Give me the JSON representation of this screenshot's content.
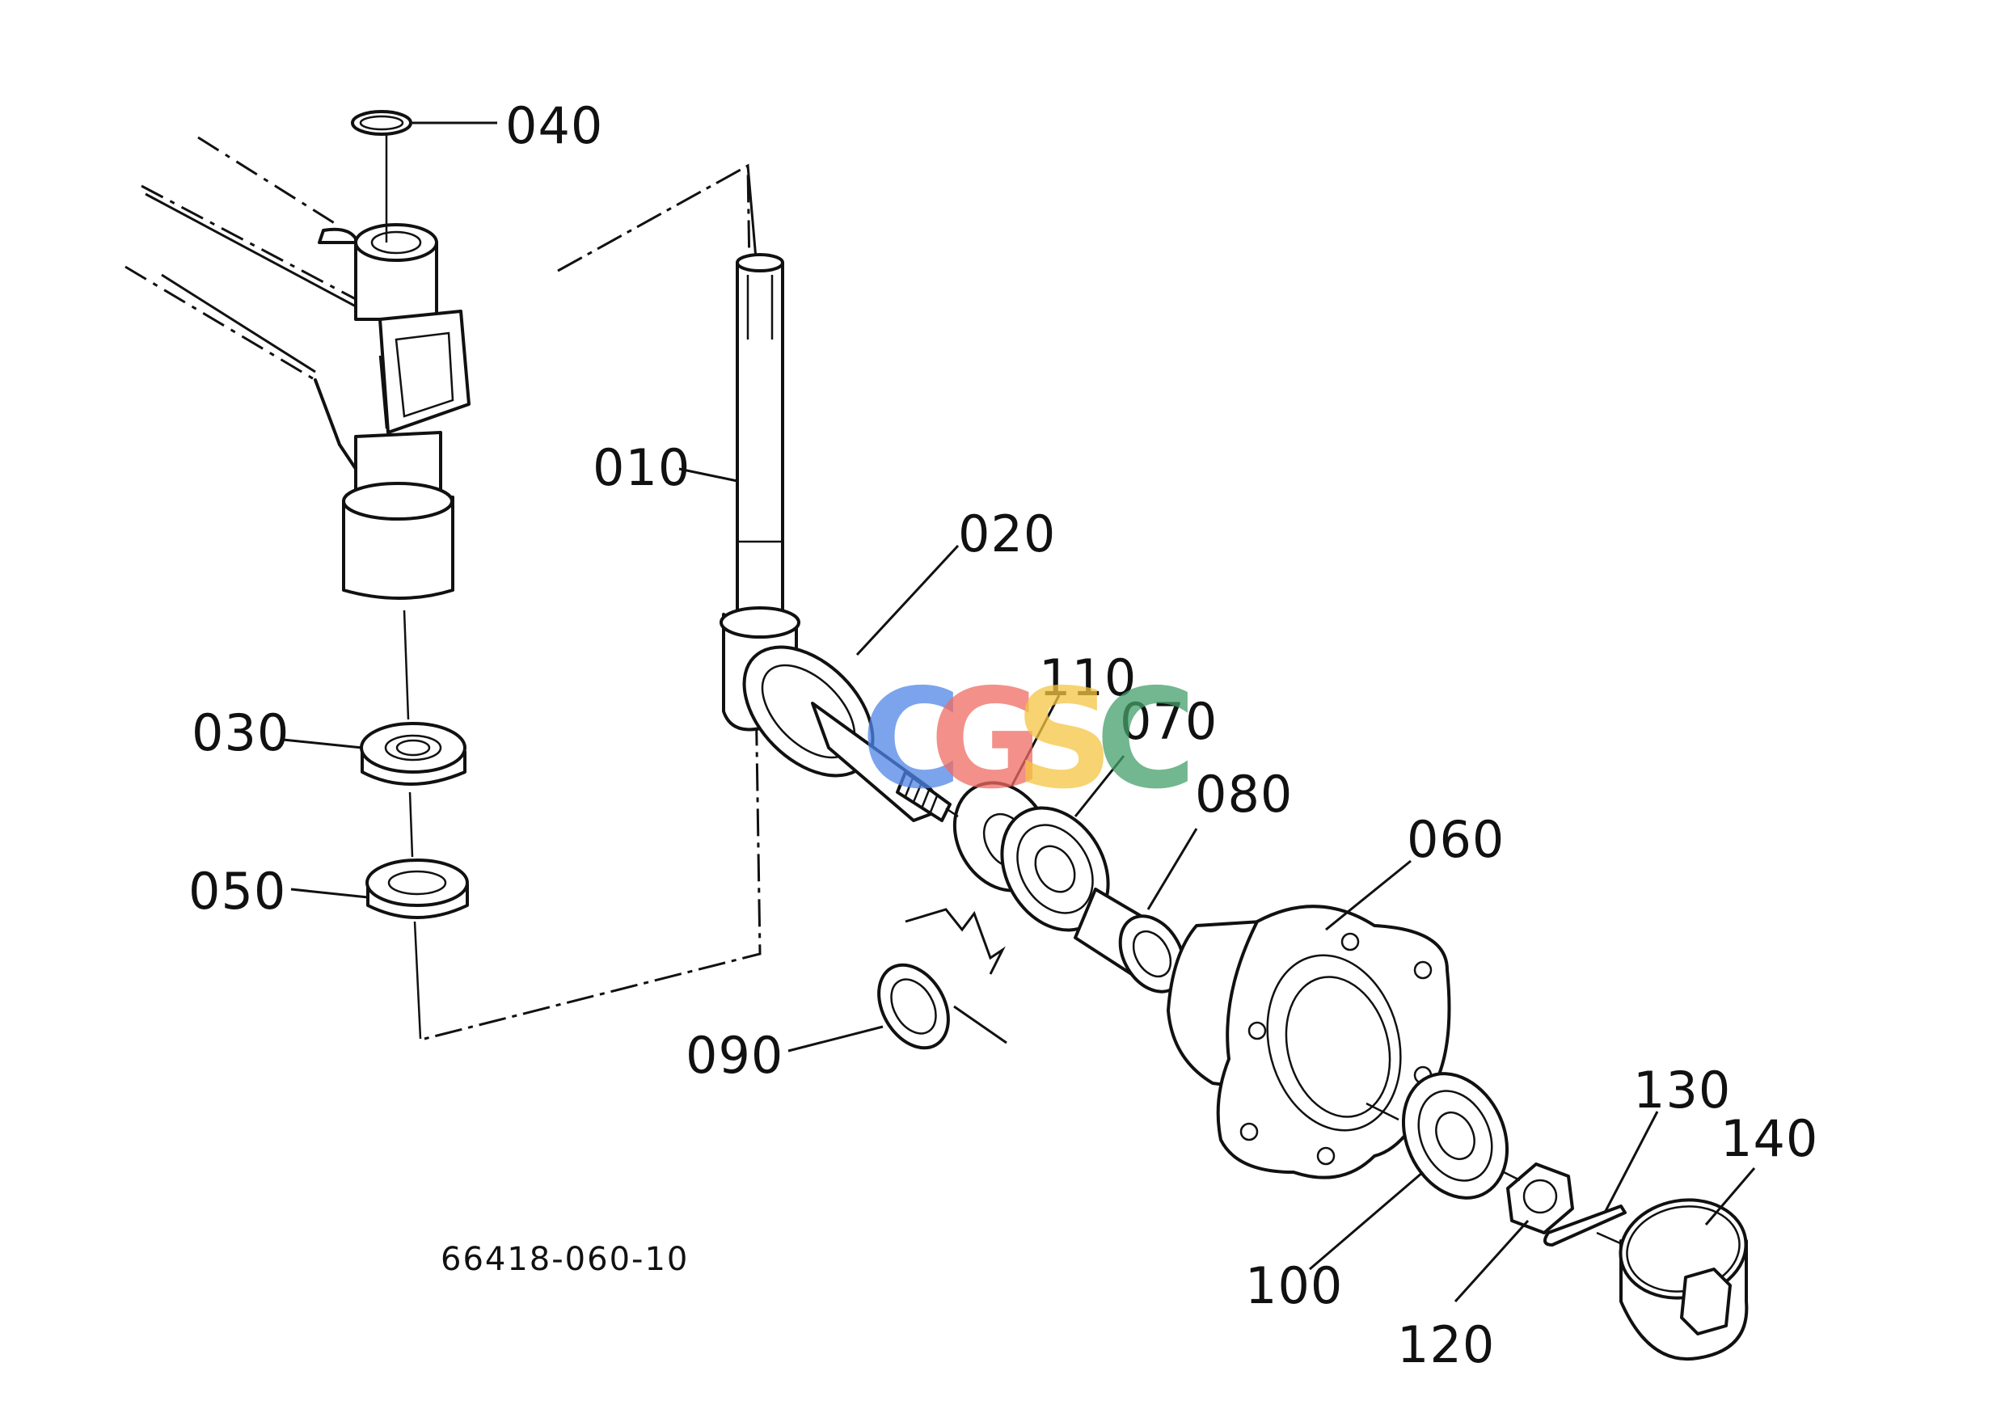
{
  "parts": [
    {
      "id": "010",
      "label": "010"
    },
    {
      "id": "020",
      "label": "020"
    },
    {
      "id": "030",
      "label": "030"
    },
    {
      "id": "040",
      "label": "040"
    },
    {
      "id": "050",
      "label": "050"
    },
    {
      "id": "060",
      "label": "060"
    },
    {
      "id": "070",
      "label": "070"
    },
    {
      "id": "080",
      "label": "080"
    },
    {
      "id": "090",
      "label": "090"
    },
    {
      "id": "100",
      "label": "100"
    },
    {
      "id": "110",
      "label": "110"
    },
    {
      "id": "120",
      "label": "120"
    },
    {
      "id": "130",
      "label": "130"
    },
    {
      "id": "140",
      "label": "140"
    }
  ],
  "drawing_number": "66418-060-10",
  "watermark": {
    "letters": [
      "C",
      "G",
      "S",
      "C"
    ],
    "colors": [
      "#4f86e8",
      "#ef6b63",
      "#f5c542",
      "#44a06a"
    ]
  }
}
